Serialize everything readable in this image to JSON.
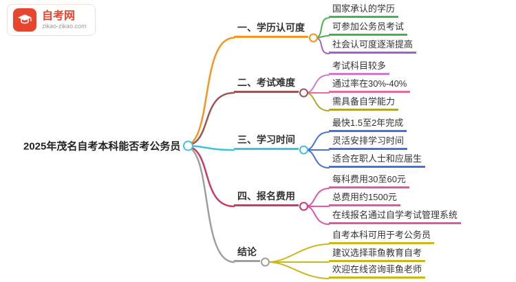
{
  "logo": {
    "title": "自考网",
    "subtitle": "zikao-zikao.com"
  },
  "central": {
    "label": "2025年茂名自考本科能否考公务员",
    "color": "#3ec0e0"
  },
  "branches": [
    {
      "label": "一、学历认可度",
      "color": "#f7941e",
      "children": [
        {
          "label": "国家承认的学历",
          "color": "#4caf50"
        },
        {
          "label": "可参加公务员考试",
          "color": "#4caf50"
        },
        {
          "label": "社会认可度逐渐提高",
          "color": "#a85cc7"
        }
      ]
    },
    {
      "label": "二、考试难度",
      "color": "#9e5353",
      "children": [
        {
          "label": "考试科目较多",
          "color": "#d078d0"
        },
        {
          "label": "通过率在30%-40%",
          "color": "#e8699b"
        },
        {
          "label": "需具备自学能力",
          "color": "#b3a431"
        }
      ]
    },
    {
      "label": "三、学习时间",
      "color": "#3ec0e0",
      "children": [
        {
          "label": "最快1.5至2年完成",
          "color": "#4472d8"
        },
        {
          "label": "灵活安排学习时间",
          "color": "#4472d8"
        },
        {
          "label": "适合在职人士和应届生",
          "color": "#4472d8"
        }
      ]
    },
    {
      "label": "四、报名费用",
      "color": "#cf3960",
      "children": [
        {
          "label": "每科费用30至60元",
          "color": "#e354a8"
        },
        {
          "label": "总费用约1500元",
          "color": "#e354a8"
        },
        {
          "label": "在线报名通过自学考试管理系统",
          "color": "#e354a8"
        }
      ]
    },
    {
      "label": "结论",
      "color": "#9e9e9e",
      "children": [
        {
          "label": "自考本科可用于考公务员",
          "color": "#c9b818"
        },
        {
          "label": "建议选择菲鱼教育自考",
          "color": "#c9b818"
        },
        {
          "label": "欢迎在线咨询菲鱼老师",
          "color": "#c9b818"
        }
      ]
    }
  ]
}
